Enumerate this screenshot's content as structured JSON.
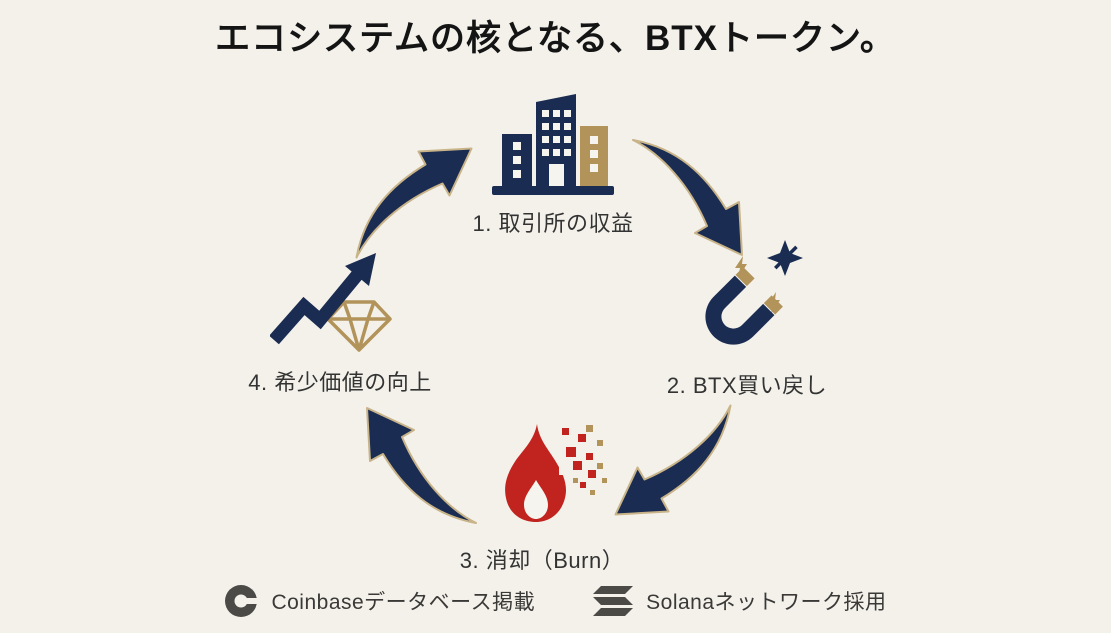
{
  "title": "エコシステムの核となる、BTXトークン。",
  "cycle": {
    "direction": "clockwise",
    "steps": [
      {
        "id": 1,
        "label": "1. 取引所の収益",
        "icon": "building-icon"
      },
      {
        "id": 2,
        "label": "2. BTX買い戻し",
        "icon": "magnet-icon"
      },
      {
        "id": 3,
        "label": "3. 消却（Burn）",
        "icon": "flame-burn-icon"
      },
      {
        "id": 4,
        "label": "4. 希少価値の向上",
        "icon": "rising-chart-diamond-icon"
      }
    ]
  },
  "footer": {
    "items": [
      {
        "label": "Coinbaseデータベース掲載",
        "icon": "coinbase-logo"
      },
      {
        "label": "Solanaネットワーク採用",
        "icon": "solana-logo"
      }
    ]
  },
  "colors": {
    "background": "#f3f1ea",
    "navy": "#1b2c52",
    "gold": "#b2945b",
    "gold_light": "#c9b489",
    "red": "#c1231e",
    "title_text": "#141414",
    "label_text": "#333333",
    "footer_gray": "#4b4a47"
  }
}
